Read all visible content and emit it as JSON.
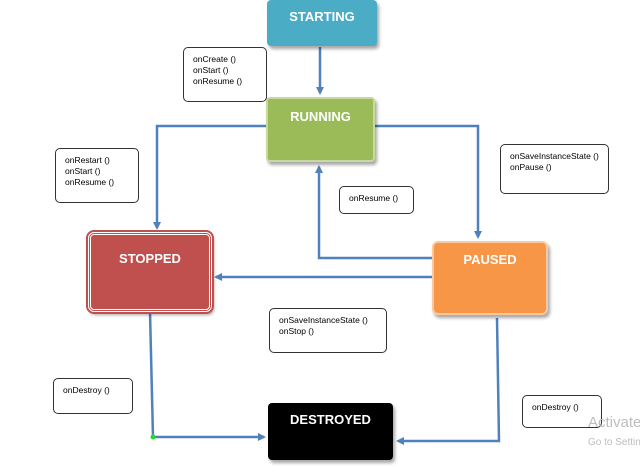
{
  "states": {
    "starting": "STARTING",
    "running": "RUNNING",
    "stopped": "STOPPED",
    "paused": "PAUSED",
    "destroyed": "DESTROYED"
  },
  "notes": {
    "starting_to_running": [
      "onCreate ()",
      "onStart ()",
      "onResume ()"
    ],
    "stopped_to_running": [
      "onRestart ()",
      "onStart ()",
      "onResume ()"
    ],
    "running_to_paused": [
      "onSaveInstanceState ()",
      "onPause ()"
    ],
    "paused_to_running": [
      "onResume ()"
    ],
    "paused_to_stopped": [
      "onSaveInstanceState ()",
      "onStop ()"
    ],
    "stopped_to_destroyed": [
      "onDestroy ()"
    ],
    "paused_to_destroyed": [
      "onDestroy ()"
    ]
  },
  "watermark": {
    "line1": "Activate Windows",
    "line2": "Go to Settings to activate Windows."
  },
  "colors": {
    "starting": "#4bacc6",
    "running": "#9bbb59",
    "stopped": "#c0504d",
    "paused": "#f79646",
    "destroyed": "#000000",
    "arrow": "#4f81bd"
  }
}
